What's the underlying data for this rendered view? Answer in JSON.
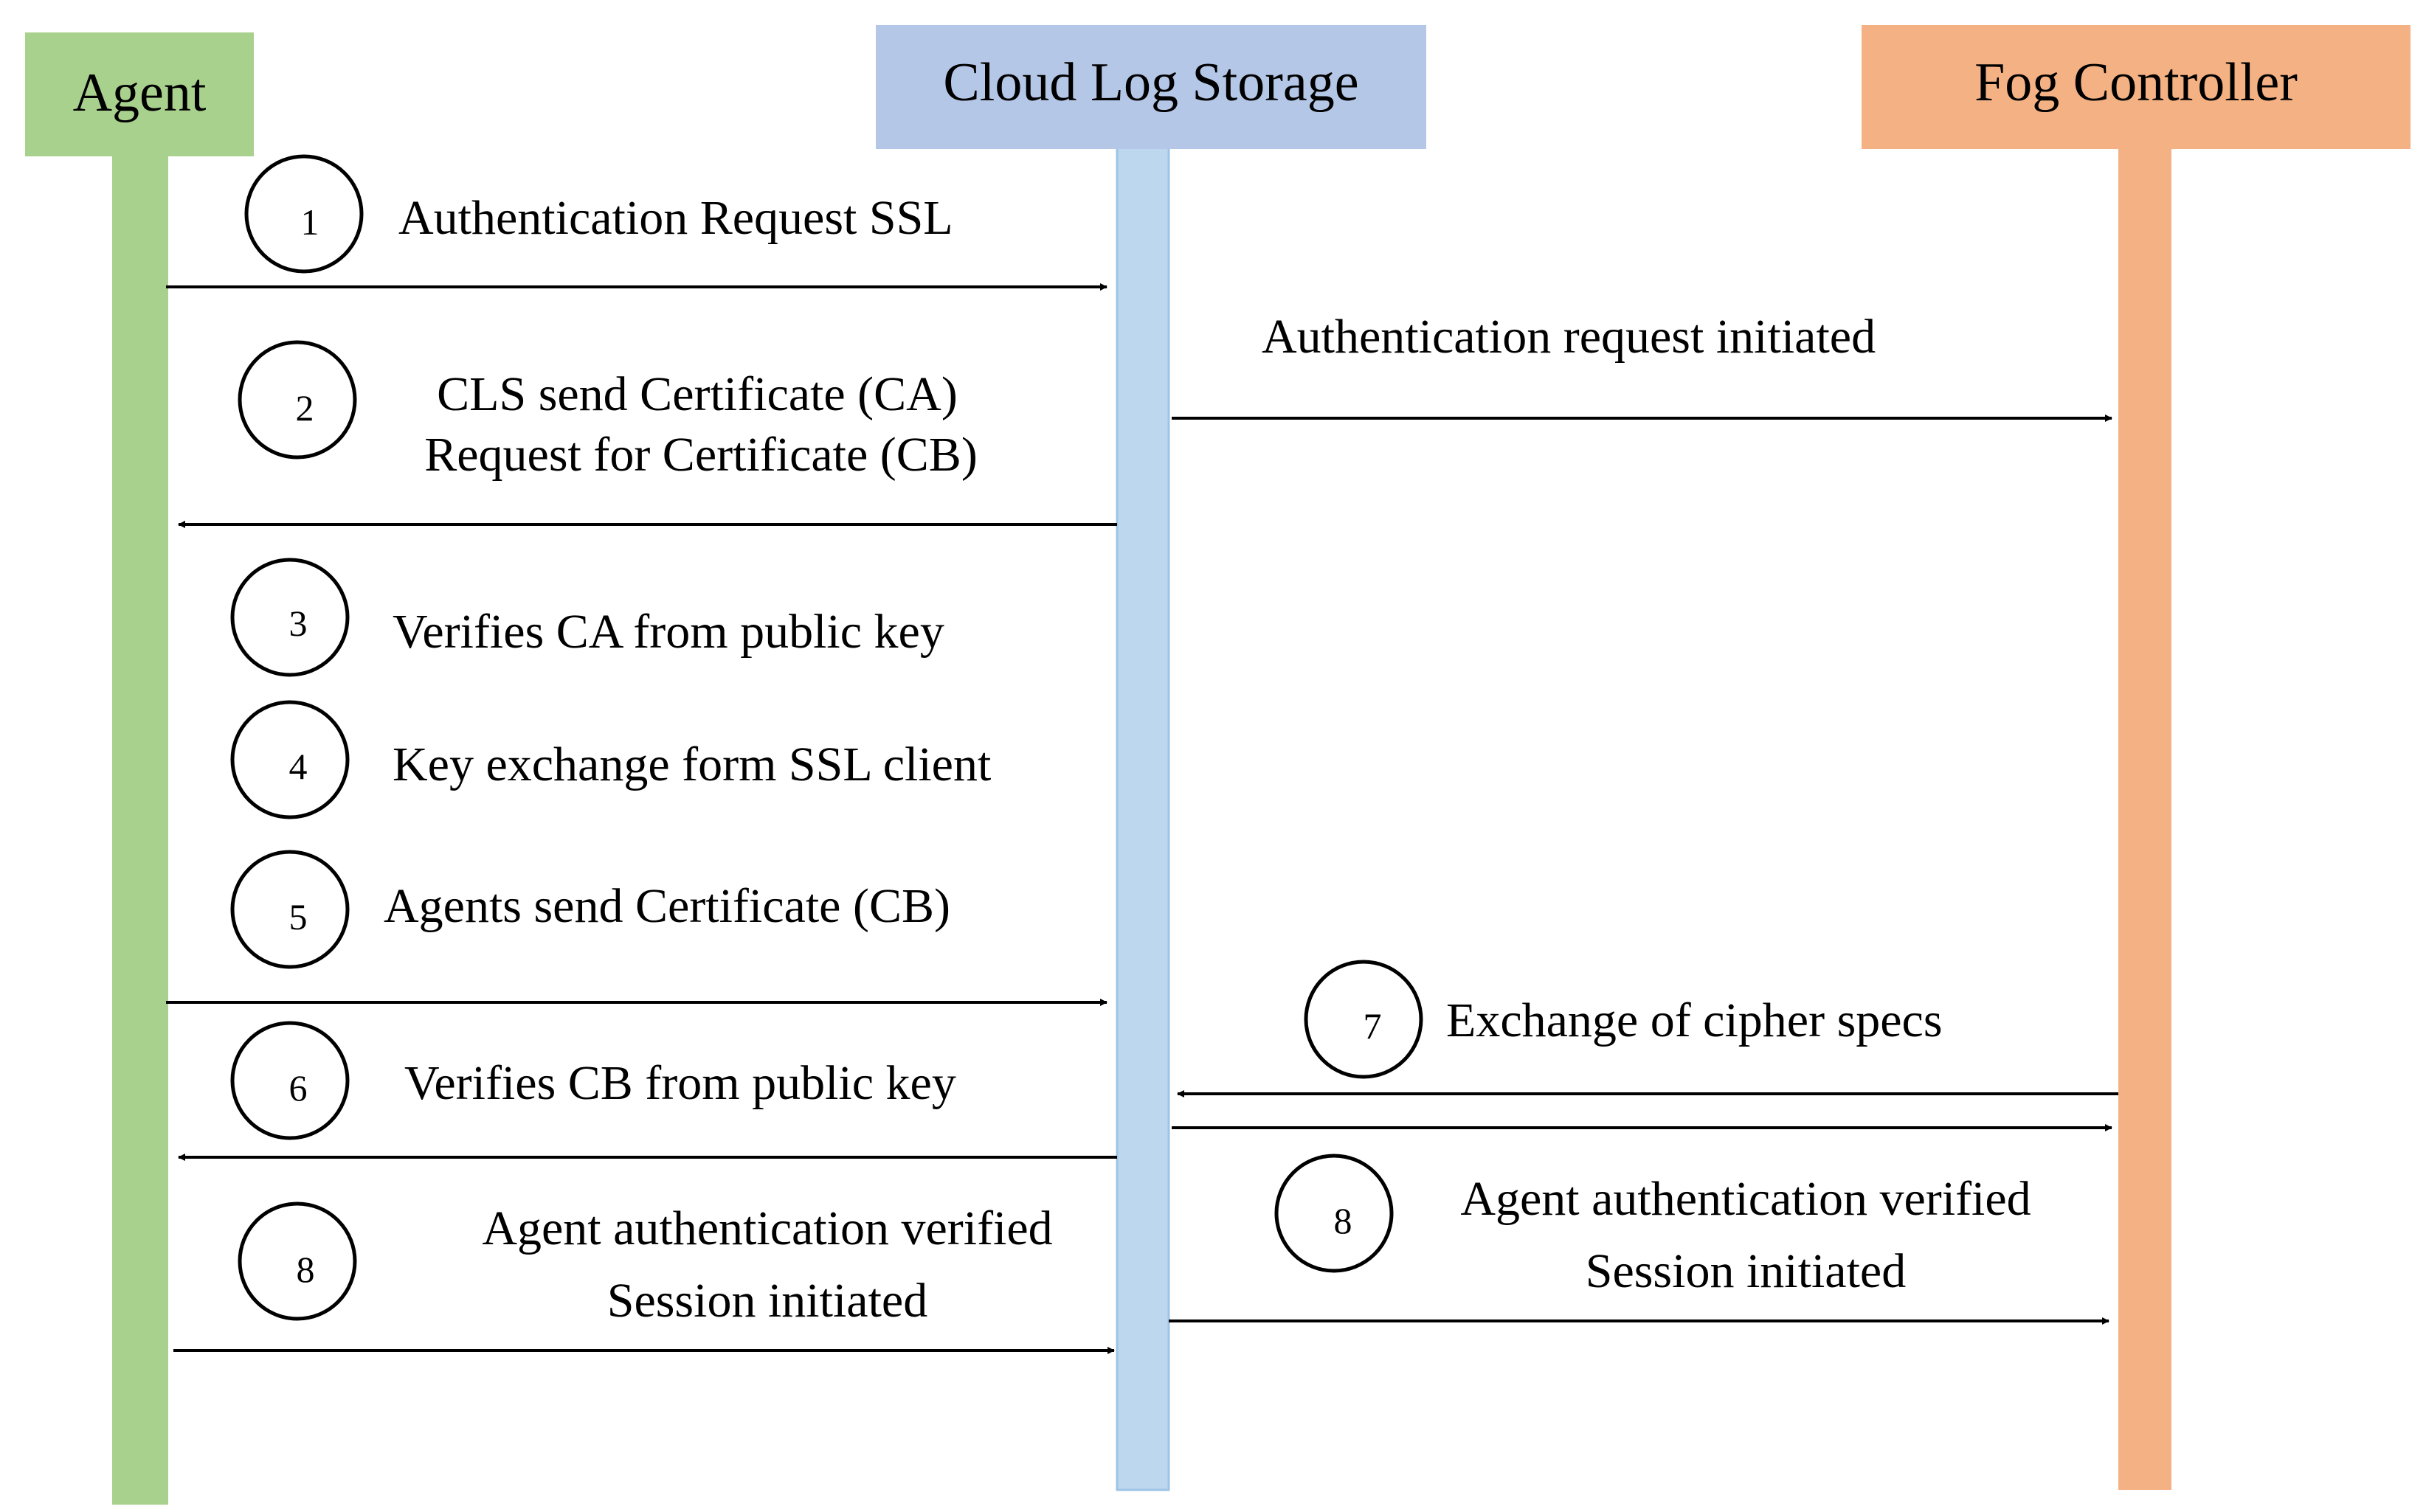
{
  "actors": [
    {
      "id": "agent",
      "label": "Agent",
      "color": "#a9d18e"
    },
    {
      "id": "cls",
      "label": "Cloud Log Storage",
      "header_color": "#b4c7e7",
      "lifeline_color": "#bdd7ee"
    },
    {
      "id": "fog",
      "label": "Fog Controller",
      "color": "#f4b183"
    }
  ],
  "steps": {
    "s1": {
      "num": "1",
      "text": "Authentication Request SSL"
    },
    "s1b": {
      "text": "Authentication request initiated"
    },
    "s2": {
      "num": "2",
      "line1": "CLS send Certificate (CA)",
      "line2": "Request for Certificate (CB)"
    },
    "s3": {
      "num": "3",
      "text": "Verifies CA from public key"
    },
    "s4": {
      "num": "4",
      "text": "Key exchange form SSL client"
    },
    "s5": {
      "num": "5",
      "text": "Agents send Certificate (CB)"
    },
    "s6": {
      "num": "6",
      "text": "Verifies CB from public key"
    },
    "s7": {
      "num": "7",
      "text": "Exchange of cipher specs"
    },
    "s8a": {
      "num": "8",
      "line1": "Agent authentication verified",
      "line2": "Session initiated"
    },
    "s8b": {
      "num": "8",
      "line1": "Agent authentication verified",
      "line2": "Session initiated"
    }
  }
}
